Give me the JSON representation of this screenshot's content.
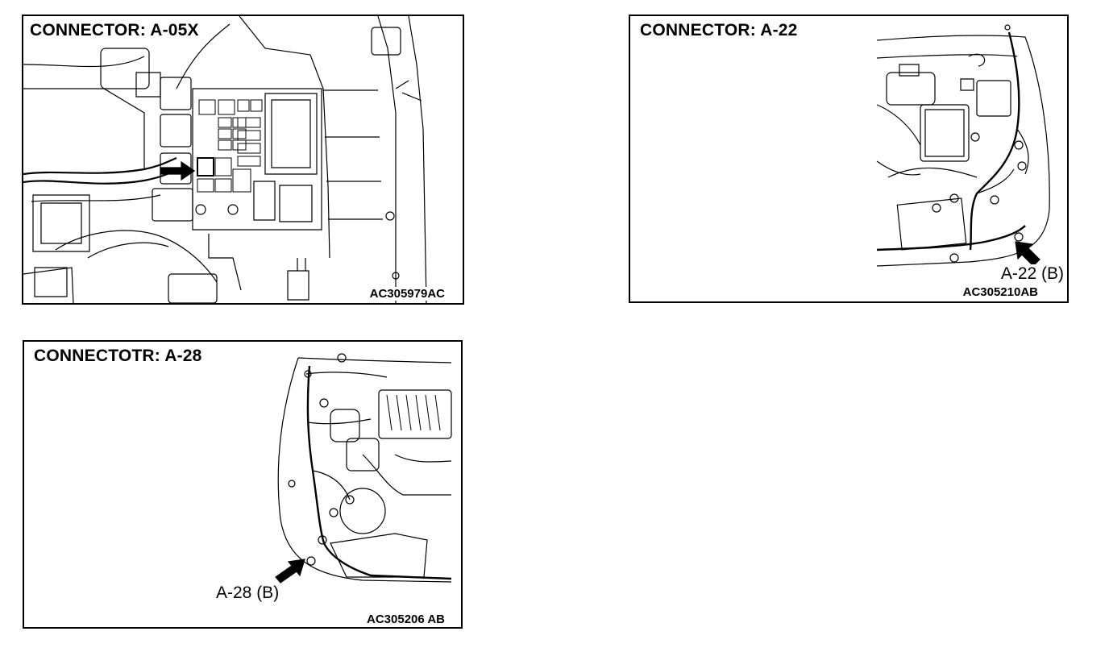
{
  "panels": [
    {
      "title": "CONNECTOR: A-05X",
      "figure_code": "AC305979AC"
    },
    {
      "title": "CONNECTOR: A-22",
      "callout": "A-22 (B)",
      "figure_code": "AC305210AB"
    },
    {
      "title": "CONNECTOTR: A-28",
      "callout": "A-28 (B)",
      "figure_code": "AC305206 AB"
    }
  ],
  "colors": {
    "line": "#000000",
    "background": "#ffffff"
  }
}
